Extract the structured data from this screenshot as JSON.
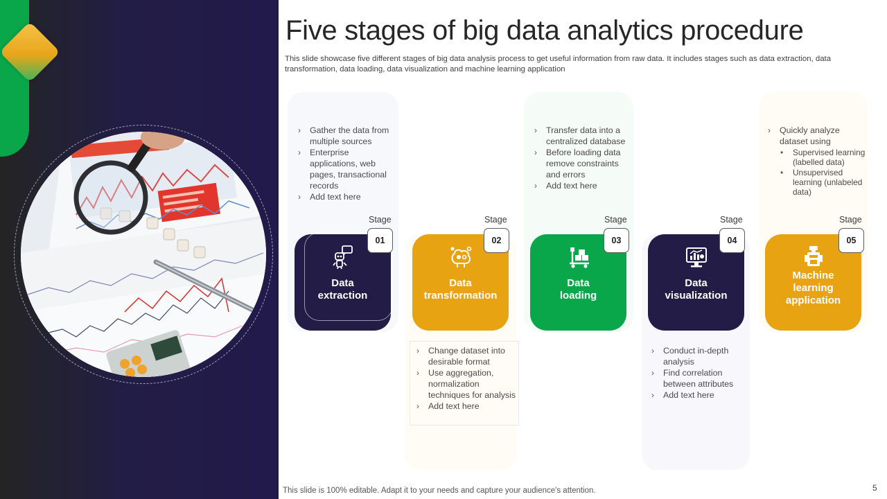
{
  "title": "Five stages of big data analytics procedure",
  "subtitle": "This slide showcase five different stages of big data analysis process to get useful information from raw data. It includes stages such as data extraction, data transformation, data loading, data visualization and machine learning application",
  "stage_word": "Stage",
  "stages": [
    {
      "number": "01",
      "label_line1": "Data",
      "label_line2": "extraction",
      "icon": "robot-chat-icon",
      "bullets": [
        "Gather the data from multiple sources",
        "Enterprise applications, web pages, transactional records",
        "Add text here"
      ]
    },
    {
      "number": "02",
      "label_line1": "Data",
      "label_line2": "transformation",
      "icon": "brain-gear-icon",
      "bullets": [
        "Change dataset into desirable format",
        "Use aggregation, normalization techniques for analysis",
        "Add text here"
      ]
    },
    {
      "number": "03",
      "label_line1": "Data",
      "label_line2": "loading",
      "icon": "hand-truck-boxes-icon",
      "bullets": [
        "Transfer  data into a centralized database",
        "Before loading data remove constraints and errors",
        "Add text here"
      ]
    },
    {
      "number": "04",
      "label_line1": "Data",
      "label_line2": "visualization",
      "icon": "monitor-chart-icon",
      "bullets": [
        "Conduct in-depth analysis",
        "Find correlation between attributes",
        "Add text here"
      ]
    },
    {
      "number": "05",
      "label_line1": "Machine",
      "label_line2": "learning",
      "label_line3": "application",
      "icon": "robot-machine-icon",
      "bullets": [
        "Quickly analyze dataset using"
      ],
      "sub_bullets": [
        "Supervised learning (labelled data)",
        "Unsupervised learning (unlabeled data)"
      ]
    }
  ],
  "footer": "This slide is 100% editable. Adapt it to your needs and capture your audience's attention.",
  "page_number": "5",
  "colors": {
    "navy": "#231c46",
    "gold": "#e8a313",
    "green": "#0aa64a"
  }
}
